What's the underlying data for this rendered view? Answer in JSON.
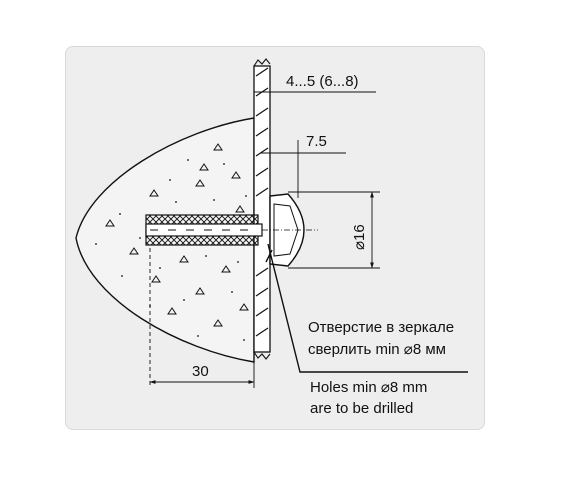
{
  "diagram": {
    "dimensions": {
      "mirror_thickness": "4...5 (6...8)",
      "head_offset": "7.5",
      "head_diameter": "⌀16",
      "anchor_depth": "30"
    },
    "notes": {
      "ru_line1": "Отверстие в зеркале",
      "ru_line2": "сверлить min ⌀8 мм",
      "en_line1": "Holes min ⌀8 mm",
      "en_line2": "are to be drilled"
    }
  },
  "colors": {
    "card_bg": "#eeeeee",
    "line": "#111111",
    "concrete_fill": "#f4f4f4"
  }
}
